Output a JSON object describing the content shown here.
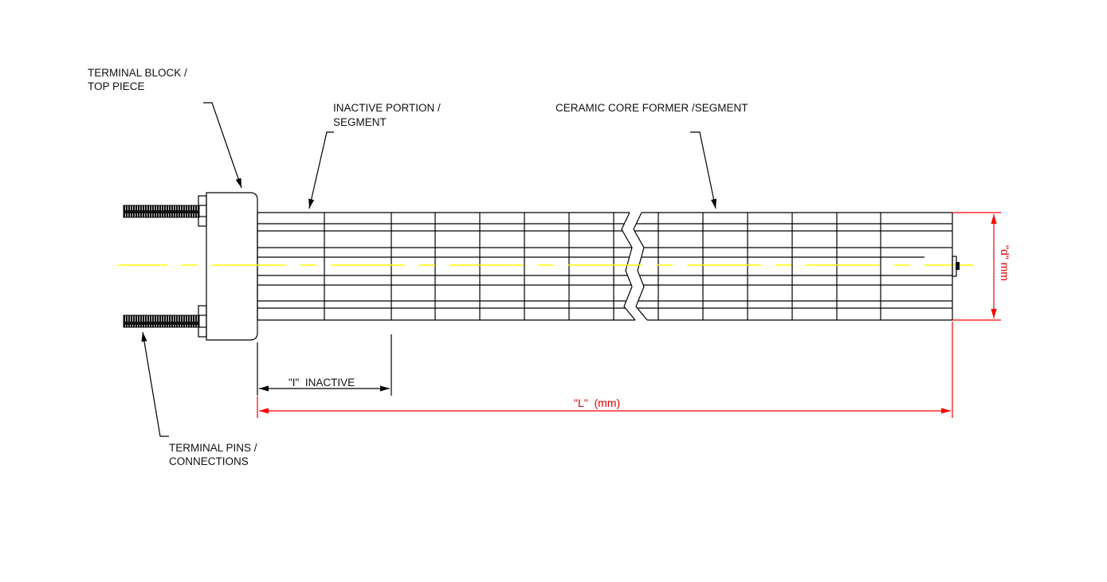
{
  "labels": {
    "terminal_block": [
      "TERMINAL BLOCK /",
      "TOP PIECE"
    ],
    "inactive_portion": [
      "INACTIVE PORTION /",
      "SEGMENT"
    ],
    "ceramic_core": [
      "CERAMIC CORE FORMER /SEGMENT"
    ],
    "terminal_pins": [
      "TERMINAL PINS /",
      "CONNECTIONS"
    ]
  },
  "dimensions": {
    "inactive": "\"I\"  INACTIVE",
    "length": "\"L\"  (mm)",
    "diameter": "\"d\" mm"
  },
  "colors": {
    "dimension": "#ff0000",
    "centerline": "#ffff00",
    "linework": "#000000"
  }
}
